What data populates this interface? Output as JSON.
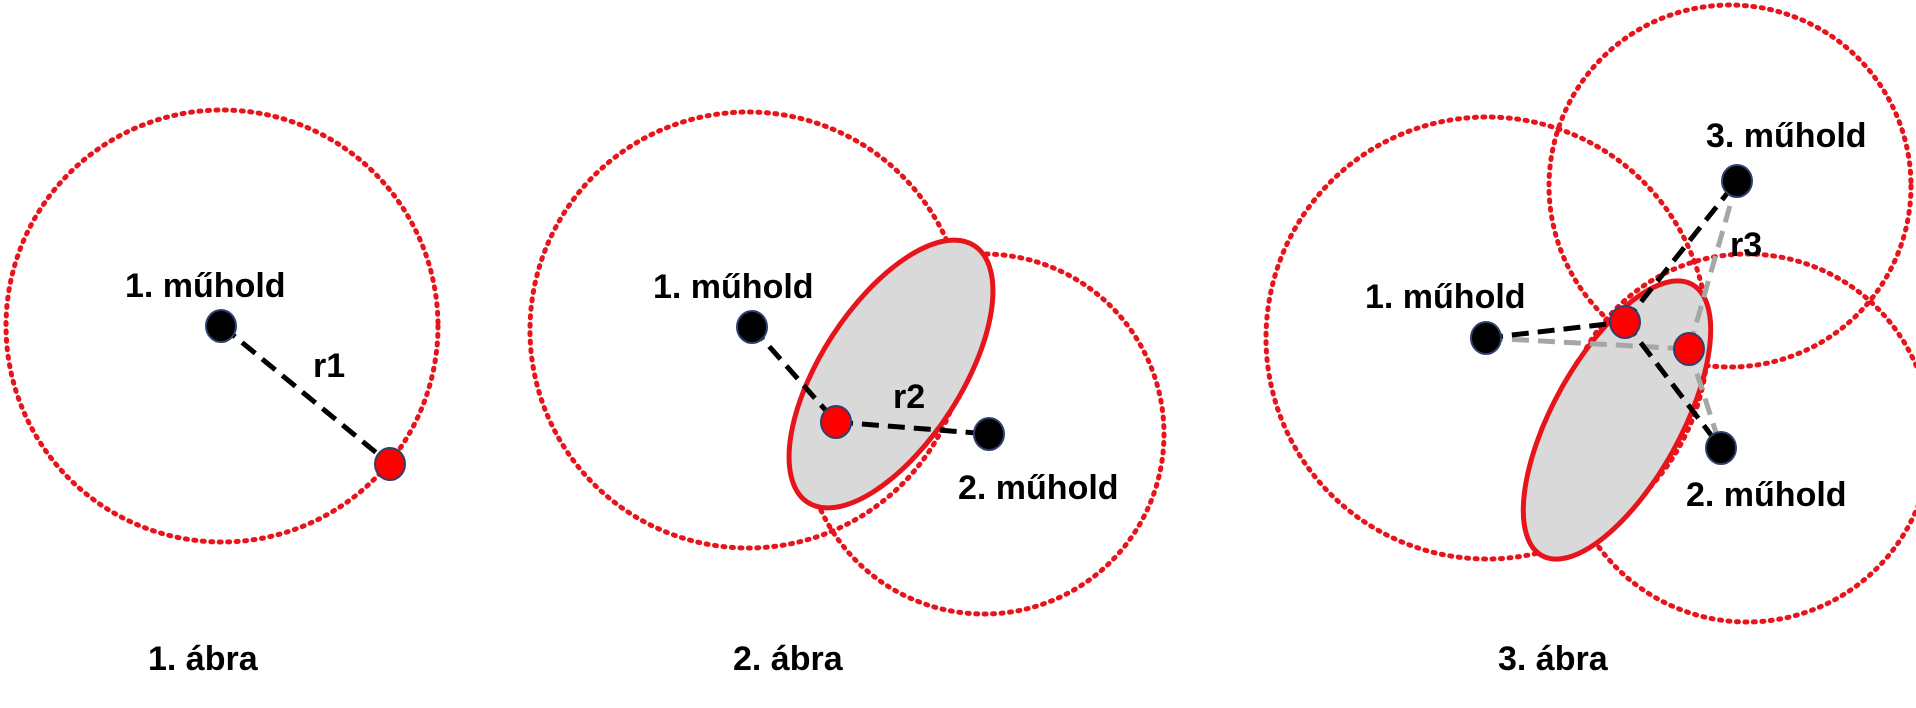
{
  "colors": {
    "circle_dotted": "#e8141b",
    "ellipse_stroke": "#e8141b",
    "ellipse_fill": "#d9d9d9",
    "satellite": "#000000",
    "satellite_outline": "#2f3f6f",
    "receiver": "#ff0000",
    "distance_line": "#000000",
    "distance_line_secondary": "#a6a6a6"
  },
  "panels": [
    {
      "caption": "1. ábra",
      "satellite_labels": [
        "1. műhold"
      ],
      "distance_labels": [
        "r1"
      ]
    },
    {
      "caption": "2. ábra",
      "satellite_labels": [
        "1. műhold",
        "2. műhold"
      ],
      "distance_labels": [
        "r2"
      ]
    },
    {
      "caption": "3. ábra",
      "satellite_labels": [
        "1. műhold",
        "2. műhold",
        "3. műhold"
      ],
      "distance_labels": [
        "r3"
      ]
    }
  ]
}
